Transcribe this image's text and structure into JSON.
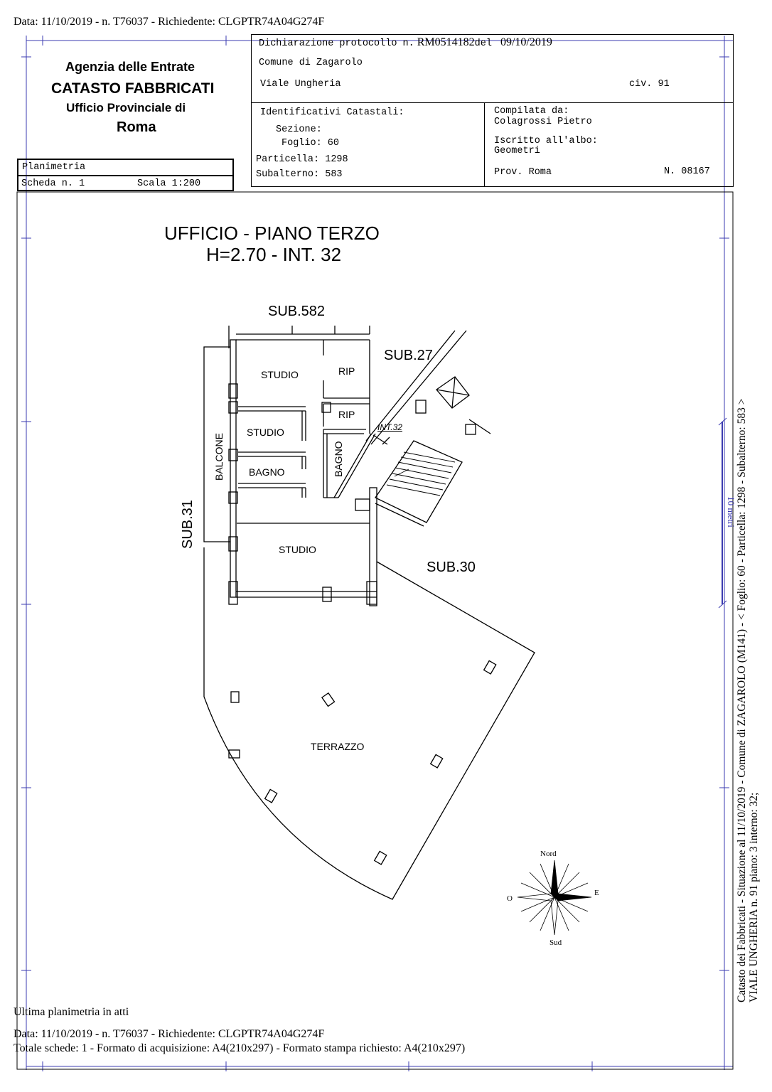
{
  "top_line": "Data: 11/10/2019 - n. T76037 - Richiedente: CLGPTR74A04G274F",
  "agency": {
    "line1": "Agenzia delle Entrate",
    "line2": "CATASTO FABBRICATI",
    "line3": "Ufficio Provinciale di",
    "line4": "Roma"
  },
  "plan_box": {
    "type": "Planimetria",
    "scheda": "Scheda n. 1",
    "scala": "Scala 1:200"
  },
  "declaration": {
    "protocol_label": "Dichiarazione protocollo n.",
    "protocol_number": "RM0514182",
    "del_label": "del",
    "date": "09/10/2019",
    "comune": "Comune di Zagarolo",
    "street": "Viale Ungheria",
    "civ": "civ. 91"
  },
  "identifiers": {
    "title": "Identificativi Catastali:",
    "sezione": "Sezione:",
    "foglio": "Foglio: 60",
    "particella": "Particella: 1298",
    "subalterno": "Subalterno: 583"
  },
  "compiler": {
    "label": "Compilata da:",
    "name": "Colagrossi Pietro",
    "albo_label": "Iscritto all'albo:",
    "albo": "Geometri",
    "prov": "Prov. Roma",
    "number": "N. 08167"
  },
  "plan": {
    "title1": "UFFICIO - PIANO TERZO",
    "title2": "H=2.70 - INT. 32",
    "labels": {
      "sub582": "SUB.582",
      "sub27": "SUB.27",
      "sub31": "SUB.31",
      "sub30": "SUB.30",
      "int32": "INT.32",
      "studio1": "STUDIO",
      "rip1": "RIP",
      "rip2": "RIP",
      "studio2": "STUDIO",
      "balcone": "BALCONE",
      "bagno1": "BAGNO",
      "bagno2": "BAGNO",
      "studio3": "STUDIO",
      "terrazzo": "TERRAZZO"
    },
    "compass": {
      "n": "Nord",
      "s": "Sud",
      "e": "E",
      "o": "O"
    },
    "scale_bar": "10 metri"
  },
  "side_text": {
    "line1": "Catasto dei Fabbricati - Situazione al 11/10/2019 - Comune di ZAGAROLO (M141) - < Foglio: 60 - Particella: 1298 - Subalterno: 583 >",
    "line2": "VIALE UNGHERIA n. 91 piano: 3 interno: 32;"
  },
  "footer": {
    "ultima": "Ultima planimetria in atti",
    "data_line": "Data: 11/10/2019 - n. T76037 - Richiedente: CLGPTR74A04G274F",
    "totale": "Totale schede: 1 - Formato di acquisizione: A4(210x297)  - Formato stampa richiesto: A4(210x297)"
  }
}
